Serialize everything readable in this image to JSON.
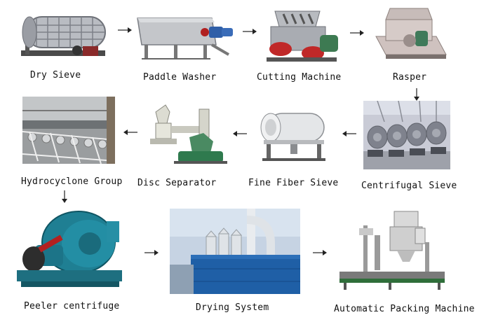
{
  "flow": {
    "steps": [
      {
        "label": "Dry Sieve"
      },
      {
        "label": "Paddle Washer"
      },
      {
        "label": "Cutting Machine"
      },
      {
        "label": "Rasper"
      },
      {
        "label": "Centrifugal Sieve"
      },
      {
        "label": "Fine Fiber Sieve"
      },
      {
        "label": "Disc Separator"
      },
      {
        "label": "Hydrocyclone Group"
      },
      {
        "label": "Peeler centrifuge"
      },
      {
        "label": "Drying System"
      },
      {
        "label": "Automatic Packing Machine"
      }
    ]
  }
}
